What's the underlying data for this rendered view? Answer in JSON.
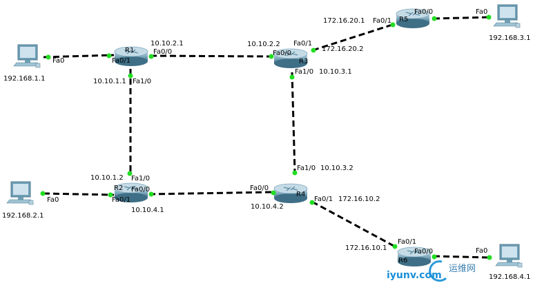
{
  "colors": {
    "link": "#000000",
    "port_up": "#22dd22",
    "router": "#7fa9bd",
    "pc": "#8fb8cc"
  },
  "routers": {
    "r1": {
      "name": "R1",
      "ports": {
        "fa0_0": "Fa0/0",
        "fa0_1": "Fa0/1",
        "fa1_0": "Fa1/0"
      },
      "ips": {
        "fa0_0": "10.10.2.1",
        "fa1_0": "10.10.1.1"
      }
    },
    "r2": {
      "name": "R2",
      "ports": {
        "fa0_0": "Fa0/0",
        "fa0_1": "Fa0/1",
        "fa1_0": "Fa1/0"
      },
      "ips": {
        "fa0_0": "10.10.4.1",
        "fa1_0": "10.10.1.2"
      }
    },
    "r3": {
      "name": "R3",
      "ports": {
        "fa0_0": "Fa0/0",
        "fa0_1": "Fa0/1",
        "fa1_0": "Fa1/0"
      },
      "ips": {
        "fa0_0": "10.10.2.2",
        "fa0_1": "172.16.20.2",
        "fa1_0": "10.10.3.1"
      }
    },
    "r4": {
      "name": "R4",
      "ports": {
        "fa0_0": "Fa0/0",
        "fa0_1": "Fa0/1",
        "fa1_0": "Fa1/0"
      },
      "ips": {
        "fa0_0": "10.10.4.2",
        "fa0_1": "172.16.10.2",
        "fa1_0": "10.10.3.2"
      }
    },
    "r5": {
      "name": "R5",
      "ports": {
        "fa0_0": "Fa0/0",
        "fa0_1": "Fa0/1"
      },
      "ips": {
        "fa0_1": "172.16.20.1"
      }
    },
    "r6": {
      "name": "R6",
      "ports": {
        "fa0_0": "Fa0/0",
        "fa0_1": "Fa0/1"
      },
      "ips": {
        "fa0_1": "172.16.10.1"
      }
    }
  },
  "pcs": {
    "pc1": {
      "ip": "192.168.1.1",
      "port": "Fa0"
    },
    "pc2": {
      "ip": "192.168.2.1",
      "port": "Fa0"
    },
    "pc3": {
      "ip": "192.168.3.1",
      "port": "Fa0"
    },
    "pc4": {
      "ip": "192.168.4.1",
      "port": "Fa0"
    }
  },
  "watermark": {
    "text": "运维网",
    "domain": "iyunv.com"
  }
}
